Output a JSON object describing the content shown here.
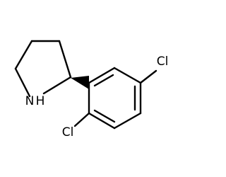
{
  "diagram": {
    "type": "chemical-structure",
    "atoms": {
      "nitrogen": "N",
      "hydrogen": "H",
      "chlorine_para": "Cl",
      "chlorine_ortho": "Cl"
    },
    "colors": {
      "bond": "#000000",
      "label": "#000000",
      "background": "#ffffff"
    }
  }
}
